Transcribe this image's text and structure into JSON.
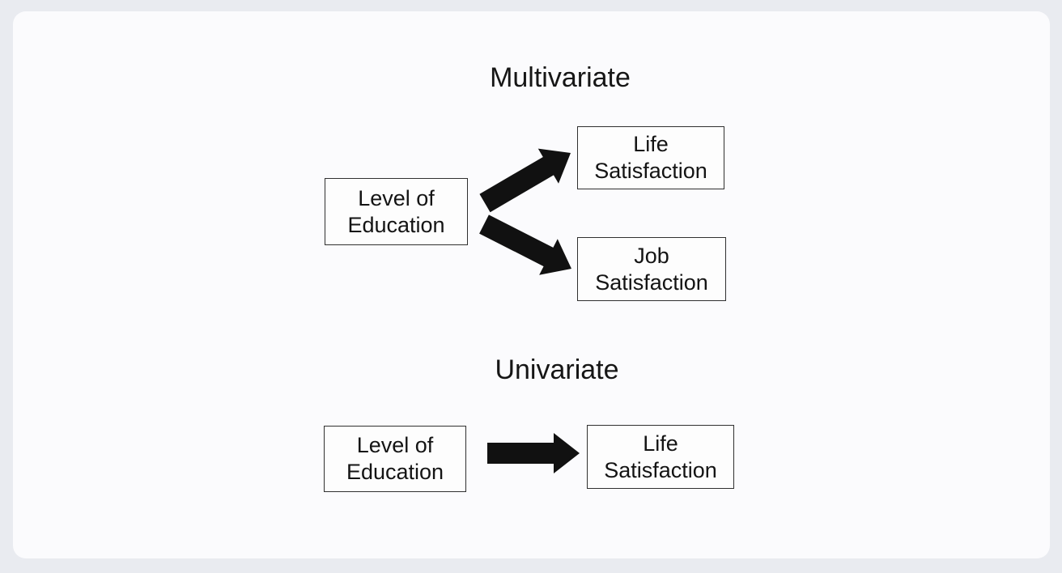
{
  "colors": {
    "page_background": "#e9ebf0",
    "canvas_background": "#fbfbfd",
    "ink": "#111111",
    "box_border": "#303030"
  },
  "sections": [
    {
      "title": "Multivariate",
      "source": {
        "label": "Level of Education",
        "line1": "Level of",
        "line2": "Education"
      },
      "targets": [
        {
          "label": "Life Satisfaction",
          "line1": "Life",
          "line2": "Satisfaction"
        },
        {
          "label": "Job Satisfaction",
          "line1": "Job",
          "line2": "Satisfaction"
        }
      ]
    },
    {
      "title": "Univariate",
      "source": {
        "label": "Level of Education",
        "line1": "Level of",
        "line2": "Education"
      },
      "targets": [
        {
          "label": "Life Satisfaction",
          "line1": "Life",
          "line2": "Satisfaction"
        }
      ]
    }
  ],
  "edges": [
    {
      "section": "Multivariate",
      "from": "Level of Education",
      "to": "Life Satisfaction"
    },
    {
      "section": "Multivariate",
      "from": "Level of Education",
      "to": "Job Satisfaction"
    },
    {
      "section": "Univariate",
      "from": "Level of Education",
      "to": "Life Satisfaction"
    }
  ]
}
